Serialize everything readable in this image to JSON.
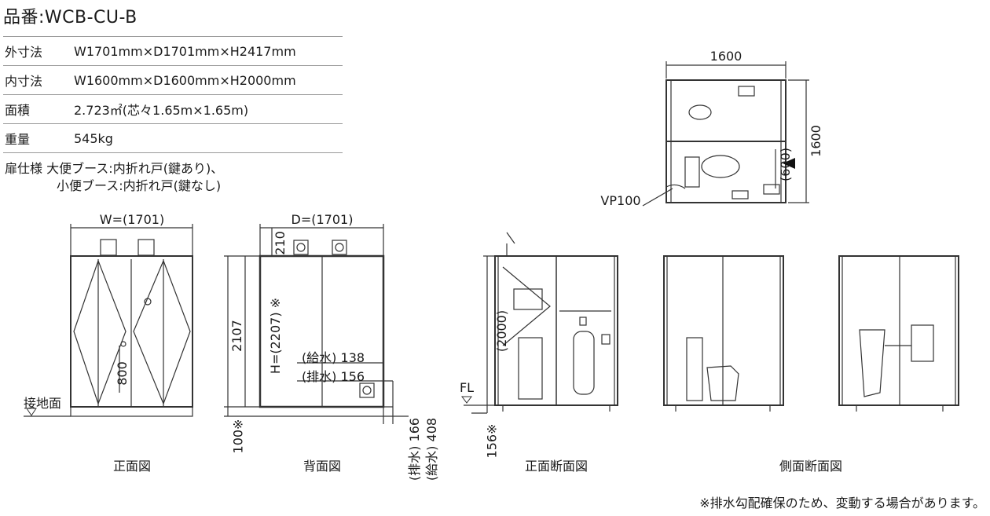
{
  "title": "品番:WCB-CU-B",
  "spec": [
    {
      "label": "外寸法",
      "value": "W1701mm×D1701mm×H2417mm"
    },
    {
      "label": "内寸法",
      "value": "W1600mm×D1600mm×H2000mm"
    },
    {
      "label": "面積",
      "value": "2.723㎡(芯々1.65m×1.65m)"
    },
    {
      "label": "重量",
      "value": "545kg"
    }
  ],
  "door": {
    "label": "扉仕様",
    "line1": "大便ブース:内折れ戸(鍵あり)、",
    "line2": "小便ブース:内折れ戸(鍵なし)"
  },
  "captions": {
    "front": "正面図",
    "back": "背面図",
    "front_section": "正面断面図",
    "side_section": "側面断面図"
  },
  "dims": {
    "plan_width": "1600",
    "plan_depth": "1600",
    "plan_door": "(600)",
    "vp": "VP100",
    "front_w": "W=(1701)",
    "front_handle": "800",
    "ground": "接地面",
    "back_d": "D=(1701)",
    "back_top": "210",
    "back_h1": "2107",
    "back_h2": "H=(2207) ※",
    "water_supply": "(給水) 138",
    "water_drain": "(排水) 156",
    "base": "100※",
    "drain_h": "(排水) 166",
    "supply_h": "(給水) 408",
    "section_h": "(2000)",
    "fl": "FL",
    "section_base": "156※"
  },
  "note": "※排水勾配確保のため、変動する場合があります。"
}
